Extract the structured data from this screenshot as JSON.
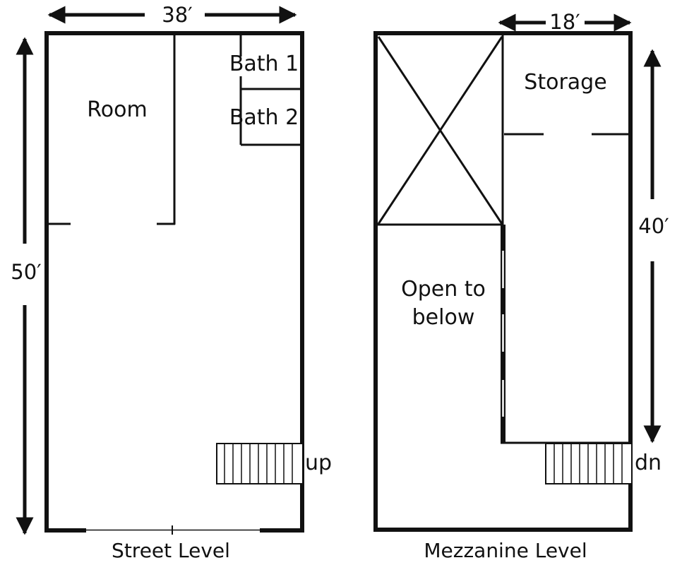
{
  "street": {
    "width_label": "38′",
    "height_label": "50′",
    "room_label": "Room",
    "bath1_label": "Bath 1",
    "bath2_label": "Bath 2",
    "stair_label": "up",
    "caption": "Street Level"
  },
  "mezzanine": {
    "width_label": "18′",
    "height_label": "40′",
    "storage_label": "Storage",
    "open_label_line1": "Open to",
    "open_label_line2": "below",
    "stair_label": "dn",
    "caption": "Mezzanine Level"
  },
  "colors": {
    "line": "#111111",
    "background": "#ffffff"
  }
}
